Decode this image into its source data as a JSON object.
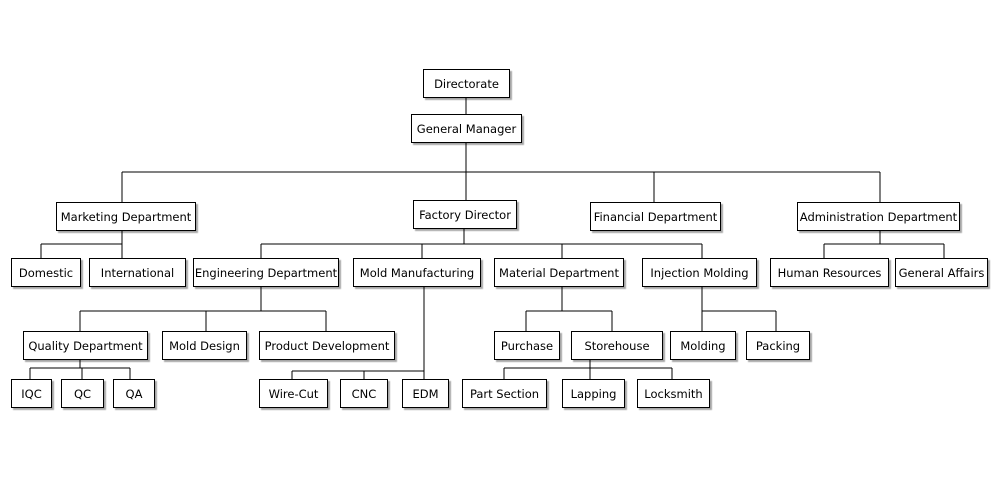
{
  "org_chart": {
    "nodes": {
      "directorate": "Directorate",
      "general_manager": "General Manager",
      "marketing_department": "Marketing Department",
      "factory_director": "Factory Director",
      "financial_department": "Financial Department",
      "administration_department": "Administration Department",
      "domestic": "Domestic",
      "international": "International",
      "engineering_department": "Engineering Department",
      "mold_manufacturing": "Mold Manufacturing",
      "material_department": "Material Department",
      "injection_molding": "Injection Molding",
      "human_resources": "Human Resources",
      "general_affairs": "General Affairs",
      "quality_department": "Quality Department",
      "mold_design": "Mold Design",
      "product_development": "Product Development",
      "purchase": "Purchase",
      "storehouse": "Storehouse",
      "molding": "Molding",
      "packing": "Packing",
      "iqc": "IQC",
      "qc": "QC",
      "qa": "QA",
      "wire_cut": "Wire-Cut",
      "cnc": "CNC",
      "edm": "EDM",
      "part_section": "Part Section",
      "lapping": "Lapping",
      "locksmith": "Locksmith"
    }
  }
}
